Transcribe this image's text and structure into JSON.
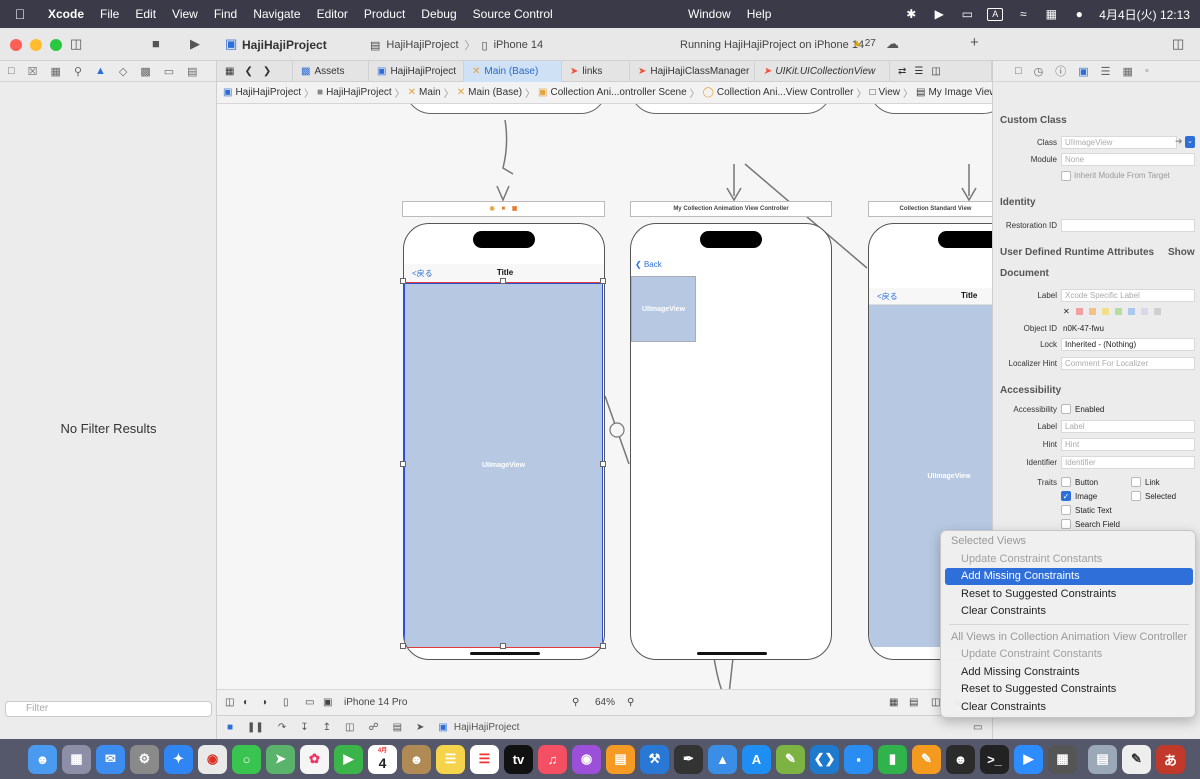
{
  "menubar": {
    "app": "Xcode",
    "items": [
      "File",
      "Edit",
      "View",
      "Find",
      "Navigate",
      "Editor",
      "Product",
      "Debug",
      "Source Control"
    ],
    "window": "Window",
    "help": "Help",
    "input_mode": "A",
    "clock": "4月4日(火) 12:13"
  },
  "toolbar": {
    "project": "HajiHajiProject",
    "scheme": "HajiHajiProject",
    "device": "iPhone 14",
    "status": "Running HajiHajiProject on iPhone 14",
    "warnings": "27"
  },
  "tabs": [
    {
      "label": "Assets"
    },
    {
      "label": "HajiHajiProject"
    },
    {
      "label": "Main (Base)"
    },
    {
      "label": "links"
    },
    {
      "label": "HajiHajiClassManager"
    },
    {
      "label": "UIKit.UICollectionView"
    }
  ],
  "jumpbar": [
    "HajiHajiProject",
    "HajiHajiProject",
    "Main",
    "Main (Base)",
    "Collection Ani...ontroller Scene",
    "Collection Ani...View Controller",
    "View",
    "My Image View"
  ],
  "navigator": {
    "empty_text": "No Filter Results",
    "filter_placeholder": "Filter"
  },
  "canvas": {
    "scene2_title": "My Collection Animation View Controller",
    "scene3_title": "Collection Standard View",
    "phone1": {
      "back": "<戻る",
      "title": "Title",
      "image_label": "UIImageView"
    },
    "phone2": {
      "back": "Back",
      "image_label": "UIImageView"
    },
    "phone3": {
      "back": "<戻る",
      "title": "Title",
      "image_label": "UIImageView"
    }
  },
  "canvas_bottom": {
    "device": "iPhone 14 Pro",
    "zoom": "64%"
  },
  "debugbar": {
    "target": "HajiHajiProject"
  },
  "inspector": {
    "custom_class_title": "Custom Class",
    "class_label": "Class",
    "class_value": "UIImageView",
    "module_label": "Module",
    "module_value": "None",
    "inherit_label": "Inherit Module From Target",
    "identity_title": "Identity",
    "restoration_label": "Restoration ID",
    "udra_title": "User Defined Runtime Attributes",
    "udra_show": "Show",
    "document_title": "Document",
    "doc_label_label": "Label",
    "doc_label_placeholder": "Xcode Specific Label",
    "object_id_label": "Object ID",
    "object_id_value": "n0K-47-fwu",
    "lock_label": "Lock",
    "lock_value": "Inherited - (Nothing)",
    "localizer_label": "Localizer Hint",
    "localizer_placeholder": "Comment For Localizer",
    "accessibility_title": "Accessibility",
    "acc_label": "Accessibility",
    "acc_enabled": "Enabled",
    "acc_label_label": "Label",
    "acc_label_ph": "Label",
    "acc_hint_label": "Hint",
    "acc_hint_ph": "Hint",
    "acc_identifier_label": "Identifier",
    "acc_identifier_ph": "Identifier",
    "traits_label": "Traits",
    "traits": {
      "button": "Button",
      "link": "Link",
      "image": "Image",
      "selected": "Selected",
      "static_text": "Static Text",
      "search_field": "Search Field"
    }
  },
  "context_menu": {
    "section1": "Selected Views",
    "s1_update": "Update Constraint Constants",
    "s1_add": "Add Missing Constraints",
    "s1_reset": "Reset to Suggested Constraints",
    "s1_clear": "Clear Constraints",
    "section2": "All Views in Collection Animation View Controller",
    "s2_update": "Update Constraint Constants",
    "s2_add": "Add Missing Constraints",
    "s2_reset": "Reset to Suggested Constraints",
    "s2_clear": "Clear Constraints"
  },
  "dock": {
    "calendar_month": "4月",
    "calendar_day": "4"
  },
  "colors": {
    "accent": "#2e6fd9",
    "image_view": "#b7c9e2",
    "close": "#ff5f57",
    "minimize": "#febc2e",
    "zoom": "#28c840"
  }
}
